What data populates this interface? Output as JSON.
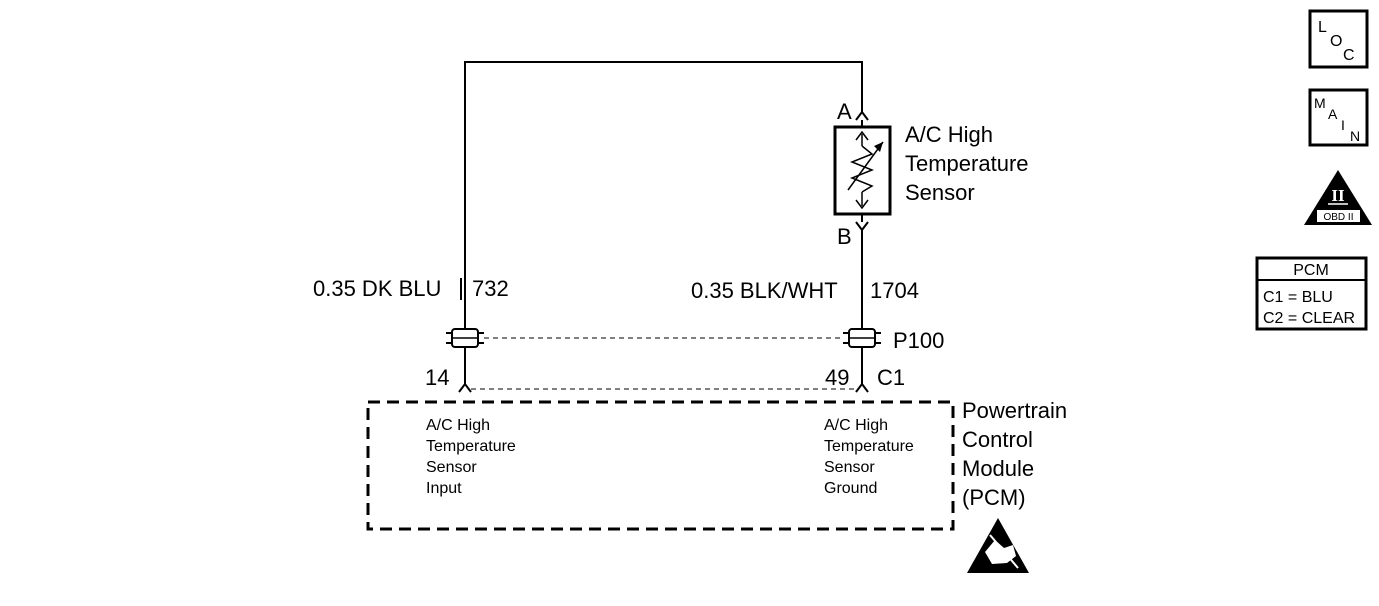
{
  "wires": {
    "left_wire_label": "0.35 DK BLU",
    "left_circuit": "732",
    "right_wire_label": "0.35 BLK/WHT",
    "right_circuit": "1704"
  },
  "sensor": {
    "pin_a": "A",
    "pin_b": "B",
    "name_line1": "A/C High",
    "name_line2": "Temperature",
    "name_line3": "Sensor"
  },
  "connector": {
    "inline_id": "P100",
    "left_pin": "14",
    "right_pin": "49",
    "pcm_connector": "C1"
  },
  "pcm": {
    "name_line1": "Powertrain",
    "name_line2": "Control",
    "name_line3": "Module",
    "name_line4": "(PCM)",
    "input_line1": "A/C High",
    "input_line2": "Temperature",
    "input_line3": "Sensor",
    "input_line4": "Input",
    "ground_line1": "A/C High",
    "ground_line2": "Temperature",
    "ground_line3": "Sensor",
    "ground_line4": "Ground"
  },
  "side_icons": {
    "loc_l": "L",
    "loc_o": "O",
    "loc_c": "C",
    "main_m": "M",
    "main_a": "A",
    "main_i": "I",
    "main_n": "N",
    "obd_roman": "II",
    "obd_text": "OBD II"
  },
  "pcm_legend": {
    "title": "PCM",
    "row1": "C1 = BLU",
    "row2": "C2 = CLEAR"
  }
}
